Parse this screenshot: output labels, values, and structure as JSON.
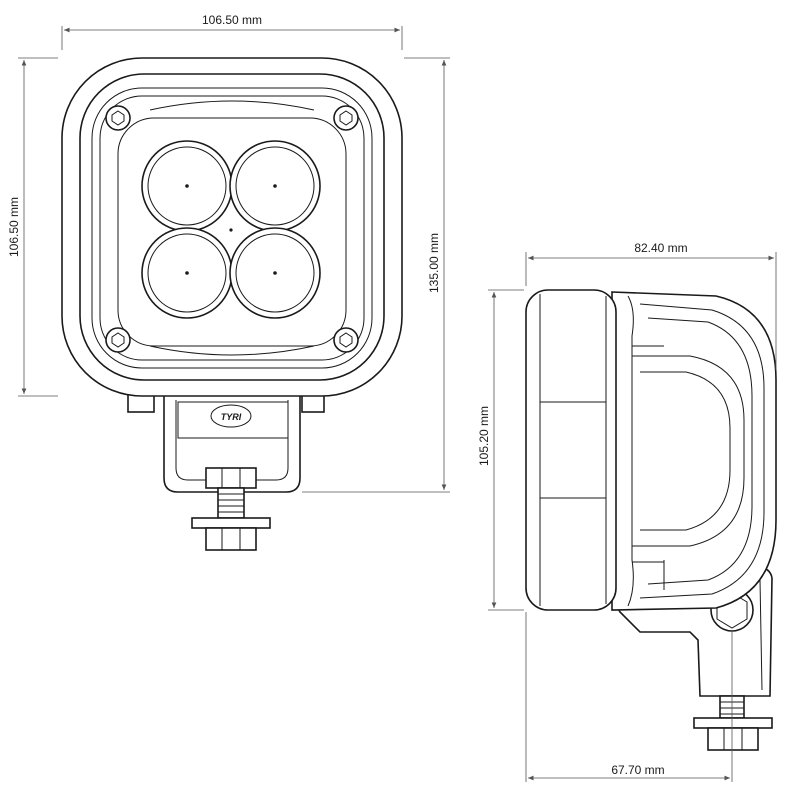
{
  "dimensions": {
    "front_width": "106.50 mm",
    "front_height": "106.50 mm",
    "front_total_height": "135.00 mm",
    "side_depth": "82.40 mm",
    "side_height": "105.20 mm",
    "side_mount_depth": "67.70 mm"
  },
  "logo": "TYRI",
  "colors": {
    "line": "#1a1a1a",
    "dimension_line": "#555555",
    "background": "#ffffff"
  }
}
